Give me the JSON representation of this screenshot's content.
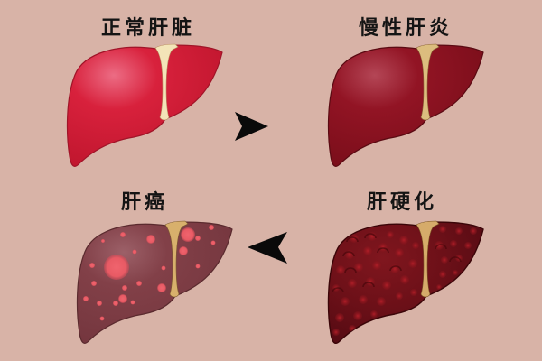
{
  "diagram": {
    "background_color": "#d8b3a7",
    "stages": [
      {
        "id": "normal",
        "label": "正常肝脏",
        "position": "top-left",
        "liver_color": "#d21a34",
        "liver_highlight": "#e8607a",
        "liver_outline": "#9e1428",
        "ligament_color": "#f2e2b4"
      },
      {
        "id": "chronic-hepatitis",
        "label": "慢性肝炎",
        "position": "top-right",
        "liver_color": "#8e1220",
        "liver_highlight": "#b54858",
        "liver_outline": "#5e0a12",
        "ligament_color": "#dcbd7c"
      },
      {
        "id": "cirrhosis",
        "label": "肝硬化",
        "position": "bottom-right",
        "liver_color": "#6c1018",
        "liver_highlight": "#8e2a30",
        "liver_outline": "#3e060a",
        "ligament_color": "#d4aa68",
        "nodule_color": "#a21a24"
      },
      {
        "id": "liver-cancer",
        "label": "肝癌",
        "position": "bottom-left",
        "liver_color": "#7e3c44",
        "liver_highlight": "#a0646a",
        "liver_outline": "#5a2a2e",
        "ligament_color": "#d8b26c",
        "tumor_color": "#ec5c66"
      }
    ],
    "arrows": [
      {
        "from": "normal",
        "to": "chronic-hepatitis",
        "direction": "right",
        "color": "#0a0a0a"
      },
      {
        "from": "cirrhosis",
        "to": "liver-cancer",
        "direction": "left",
        "color": "#0a0a0a"
      }
    ]
  }
}
